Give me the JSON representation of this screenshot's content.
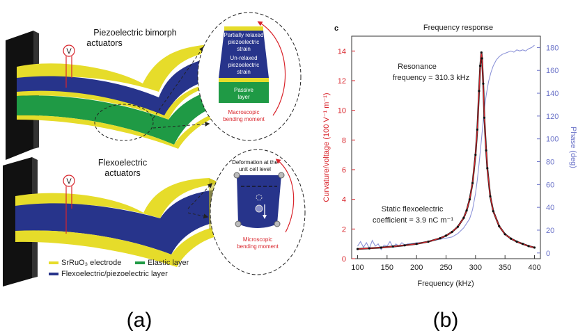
{
  "panel_a": {
    "bimorph_title_1": "Piezoelectric bimorph",
    "bimorph_title_2": "actuators",
    "voltage_symbol": "V",
    "bimorph_inset": {
      "line1": "Partially relaxed",
      "line2": "piezoelectric",
      "line3": "strain",
      "line4": "Un-relaxed",
      "line5": "piezoelectric",
      "line6": "strain",
      "passive_1": "Passive",
      "passive_2": "layer",
      "moment_1": "Macroscopic",
      "moment_2": "bending moment"
    },
    "flexo_title_1": "Flexoelectric",
    "flexo_title_2": "actuators",
    "flexo_inset": {
      "def_1": "Deformation at the",
      "def_2": "unit cell level",
      "moment_1": "Microscopic",
      "moment_2": "bending moment"
    },
    "legend": {
      "srruo3": "SrRuO₃ electrode",
      "elastic": "Elastic layer",
      "flexo": "Flexoelectric/piezoelectric layer"
    },
    "label": "(a)"
  },
  "panel_b": {
    "letter": "c",
    "label": "(b)"
  },
  "colors": {
    "yellow": "#e6dc2a",
    "blue": "#27348b",
    "green": "#1f9a45",
    "red": "#d9242b",
    "phase_blue": "#8c93d8",
    "dark": "#1a1a1a"
  },
  "chart_data": {
    "type": "line",
    "title": "Frequency response",
    "xlabel": "Frequency (kHz)",
    "ylabel": "Curvature/voltage (100 V⁻¹ m⁻¹)",
    "y2label": "Phase (deg)",
    "xlim": [
      90,
      410
    ],
    "ylim": [
      0,
      15
    ],
    "y2lim": [
      -5,
      190
    ],
    "xticks": [
      100,
      150,
      200,
      250,
      300,
      350,
      400
    ],
    "yticks": [
      0,
      2,
      4,
      6,
      8,
      10,
      12,
      14
    ],
    "y2ticks": [
      0,
      20,
      40,
      60,
      80,
      100,
      120,
      140,
      160,
      180
    ],
    "annotations": [
      {
        "line1": "Resonance",
        "line2": "frequency = 310.3 kHz"
      },
      {
        "line1": "Static flexoelectric",
        "line2": "coefficient = 3.9 nC m⁻¹"
      }
    ],
    "series": [
      {
        "axis": "left",
        "x": [
          100,
          120,
          140,
          160,
          180,
          200,
          220,
          240,
          250,
          260,
          270,
          280,
          285,
          290,
          295,
          300,
          303,
          306,
          308,
          310,
          311,
          313,
          315,
          318,
          320,
          325,
          330,
          340,
          350,
          360,
          370,
          380,
          390,
          400
        ],
        "y": [
          0.65,
          0.7,
          0.75,
          0.82,
          0.9,
          1.0,
          1.15,
          1.38,
          1.55,
          1.8,
          2.15,
          2.75,
          3.25,
          4.0,
          5.1,
          7.0,
          8.7,
          11.3,
          13.0,
          13.9,
          13.5,
          11.8,
          9.5,
          7.3,
          6.1,
          4.2,
          3.2,
          2.2,
          1.65,
          1.35,
          1.15,
          1.0,
          0.85,
          0.75
        ]
      },
      {
        "axis": "right",
        "x": [
          100,
          105,
          110,
          115,
          120,
          125,
          130,
          135,
          140,
          145,
          150,
          155,
          160,
          165,
          170,
          175,
          180,
          185,
          190,
          200,
          210,
          220,
          230,
          240,
          250,
          260,
          270,
          280,
          290,
          295,
          300,
          303,
          306,
          309,
          312,
          315,
          318,
          322,
          326,
          330,
          335,
          340,
          345,
          350,
          355,
          360,
          365,
          370,
          375,
          380,
          385,
          390,
          395,
          400
        ],
        "y": [
          6,
          10,
          5,
          9,
          4,
          11,
          6,
          8,
          3,
          7,
          6,
          10,
          5,
          8,
          6,
          9,
          7,
          8,
          8,
          9,
          9,
          10,
          11,
          12,
          13,
          14,
          17,
          22,
          30,
          38,
          52,
          64,
          78,
          94,
          110,
          126,
          138,
          150,
          158,
          164,
          169,
          172,
          174,
          175,
          176,
          177,
          176,
          178,
          177,
          178,
          177,
          179,
          180,
          182
        ]
      }
    ]
  }
}
